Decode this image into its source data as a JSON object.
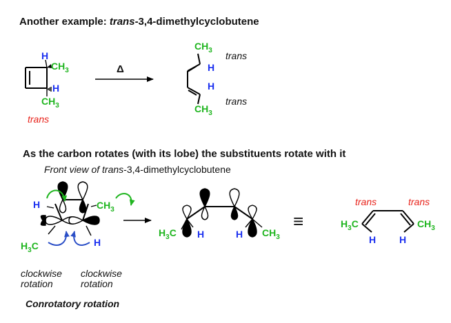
{
  "title": {
    "prefix": "Another example: ",
    "italic": "trans",
    "rest": "-3,4-dimethylcyclobutene"
  },
  "reaction": {
    "heat_symbol": "Δ",
    "reactant": {
      "label": "trans",
      "h_top": "H",
      "h_bottom": "H"
    },
    "product": {
      "h_top": "H",
      "h_bottom": "H",
      "trans_top": "trans",
      "trans_bottom": "trans"
    }
  },
  "section2": {
    "heading": "As the carbon rotates (with its lobe) the substituents rotate with it",
    "subheading_prefix": "Front view of ",
    "subheading_italic": "trans",
    "subheading_rest": "-3,4-dimethylcyclobutene"
  },
  "front_view": {
    "h_left": "H",
    "h_right": "H",
    "rotation_left": [
      "clockwise",
      "rotation"
    ],
    "rotation_right": [
      "clockwise",
      "rotation"
    ]
  },
  "product_view": {
    "h_left": "H",
    "h_right": "H"
  },
  "equiv_symbol": "≡",
  "diene": {
    "trans_left": "trans",
    "trans_right": "trans",
    "h_left": "H",
    "h_right": "H"
  },
  "caption": "Conrotatory rotation",
  "colors": {
    "substituent": "#1fb51f",
    "hydrogen": "#1a2ff0",
    "stereo_label": "#e8221a"
  }
}
